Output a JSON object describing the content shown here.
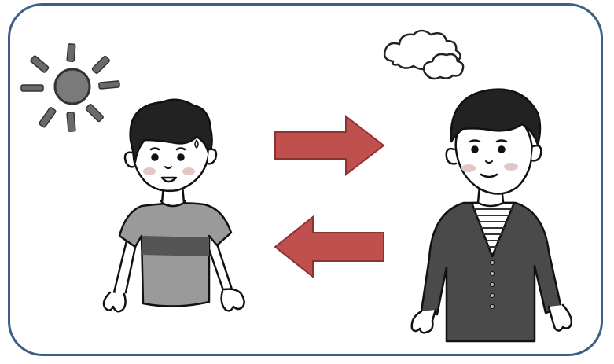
{
  "scene": {
    "left_figure": {
      "weather_icon": "sun-icon",
      "clothing": "striped-tshirt"
    },
    "right_figure": {
      "weather_icon": "cloud-icon",
      "clothing": "cardigan-over-striped-shirt"
    },
    "arrows": {
      "top_direction": "right",
      "bottom_direction": "left"
    }
  },
  "colors": {
    "frame": "#3d5e86",
    "arrow_fill": "#c0504d",
    "arrow_stroke": "#8c3331",
    "sun": "#7a7a7a",
    "tshirt": "#9a9a9a",
    "tshirt_band": "#555555",
    "cardigan": "#4a4a4a",
    "hair": "#222222",
    "cheek": "#e3c7c7"
  }
}
